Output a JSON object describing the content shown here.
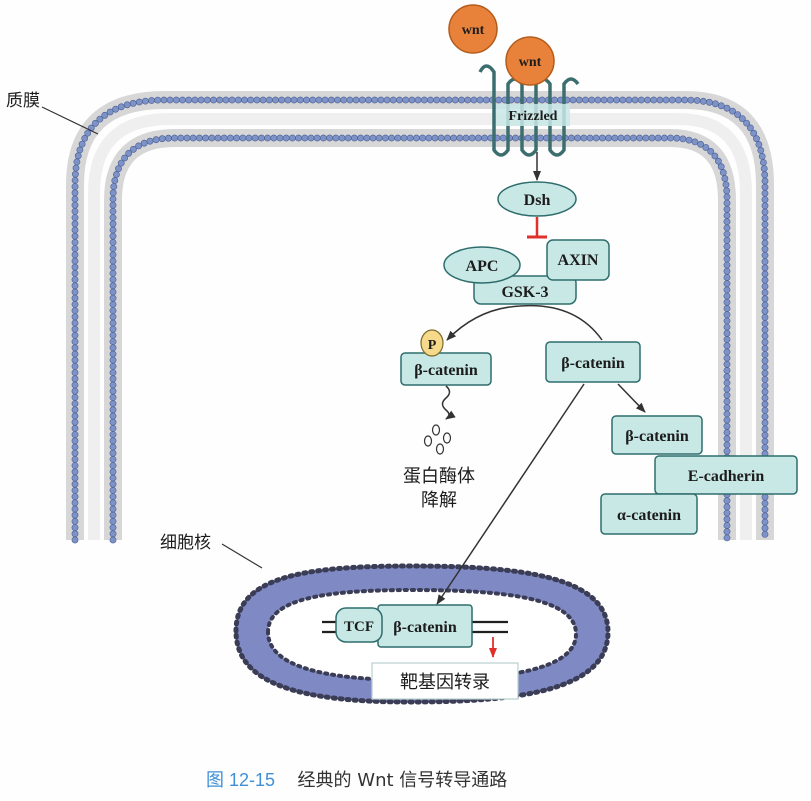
{
  "labels": {
    "plasma_membrane": "质膜",
    "nucleus": "细胞核",
    "degradation_line1": "蛋白酶体",
    "degradation_line2": "降解",
    "target_transcription": "靶基因转录"
  },
  "nodes": {
    "wnt_1": "wnt",
    "wnt_2": "wnt",
    "frizzled": "Frizzled",
    "dsh": "Dsh",
    "apc": "APC",
    "axin": "AXIN",
    "gsk3": "GSK-3",
    "phospho": "P",
    "beta_catenin_phospho": "β-catenin",
    "beta_catenin_free": "β-catenin",
    "beta_catenin_adhesion": "β-catenin",
    "e_cadherin": "E-cadherin",
    "alpha_catenin": "α-catenin",
    "tcf": "TCF",
    "beta_catenin_nuclear": "β-catenin"
  },
  "caption": {
    "number": "图 12-15",
    "title": "经典的 Wnt 信号转导通路"
  },
  "colors": {
    "membrane_head": "#7d93c8",
    "membrane_band": "#aab6dc",
    "protein_fill": "#c8e8e6",
    "protein_stroke": "#2f6d6d",
    "wnt_fill": "#e8823a",
    "phospho_fill": "#f6d98a",
    "inhibit_red": "#e0302a",
    "nucleus_fill": "#7f89c4",
    "nucleus_edge": "#3a3d55",
    "caption_number": "#3f8fd6"
  }
}
